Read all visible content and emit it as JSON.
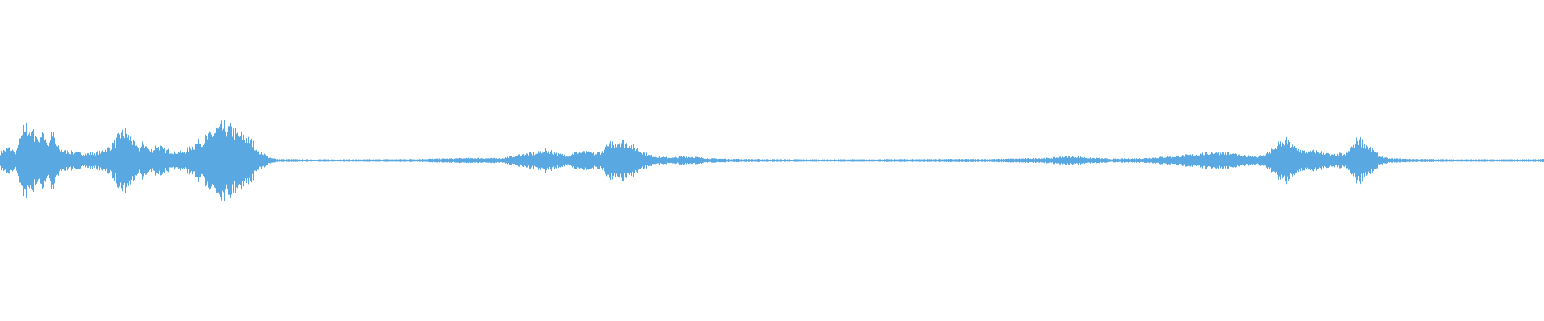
{
  "waveform": {
    "color": "#5aa8e2",
    "background": "#ffffff",
    "amplitude_envelope": [
      [
        0.0,
        0.06
      ],
      [
        0.006,
        0.1
      ],
      [
        0.01,
        0.05
      ],
      [
        0.013,
        0.16
      ],
      [
        0.016,
        0.26
      ],
      [
        0.02,
        0.22
      ],
      [
        0.024,
        0.18
      ],
      [
        0.028,
        0.22
      ],
      [
        0.031,
        0.12
      ],
      [
        0.034,
        0.2
      ],
      [
        0.037,
        0.1
      ],
      [
        0.041,
        0.07
      ],
      [
        0.048,
        0.06
      ],
      [
        0.056,
        0.05
      ],
      [
        0.063,
        0.06
      ],
      [
        0.068,
        0.08
      ],
      [
        0.073,
        0.12
      ],
      [
        0.077,
        0.18
      ],
      [
        0.081,
        0.22
      ],
      [
        0.085,
        0.16
      ],
      [
        0.089,
        0.08
      ],
      [
        0.093,
        0.13
      ],
      [
        0.097,
        0.07
      ],
      [
        0.102,
        0.12
      ],
      [
        0.106,
        0.08
      ],
      [
        0.112,
        0.07
      ],
      [
        0.118,
        0.06
      ],
      [
        0.124,
        0.1
      ],
      [
        0.13,
        0.15
      ],
      [
        0.135,
        0.18
      ],
      [
        0.14,
        0.23
      ],
      [
        0.145,
        0.26
      ],
      [
        0.149,
        0.24
      ],
      [
        0.153,
        0.2
      ],
      [
        0.157,
        0.19
      ],
      [
        0.161,
        0.16
      ],
      [
        0.164,
        0.13
      ],
      [
        0.167,
        0.06
      ],
      [
        0.17,
        0.06
      ],
      [
        0.174,
        0.02
      ],
      [
        0.18,
        0.01
      ],
      [
        0.2,
        0.008
      ],
      [
        0.24,
        0.008
      ],
      [
        0.27,
        0.01
      ],
      [
        0.29,
        0.014
      ],
      [
        0.31,
        0.018
      ],
      [
        0.325,
        0.016
      ],
      [
        0.335,
        0.04
      ],
      [
        0.342,
        0.05
      ],
      [
        0.348,
        0.055
      ],
      [
        0.352,
        0.08
      ],
      [
        0.357,
        0.07
      ],
      [
        0.362,
        0.045
      ],
      [
        0.368,
        0.04
      ],
      [
        0.374,
        0.065
      ],
      [
        0.38,
        0.06
      ],
      [
        0.386,
        0.05
      ],
      [
        0.39,
        0.07
      ],
      [
        0.396,
        0.13
      ],
      [
        0.402,
        0.15
      ],
      [
        0.408,
        0.12
      ],
      [
        0.414,
        0.08
      ],
      [
        0.42,
        0.04
      ],
      [
        0.428,
        0.025
      ],
      [
        0.436,
        0.02
      ],
      [
        0.443,
        0.03
      ],
      [
        0.45,
        0.025
      ],
      [
        0.46,
        0.015
      ],
      [
        0.48,
        0.01
      ],
      [
        0.52,
        0.008
      ],
      [
        0.56,
        0.008
      ],
      [
        0.6,
        0.01
      ],
      [
        0.64,
        0.01
      ],
      [
        0.68,
        0.018
      ],
      [
        0.69,
        0.03
      ],
      [
        0.698,
        0.028
      ],
      [
        0.705,
        0.02
      ],
      [
        0.72,
        0.012
      ],
      [
        0.74,
        0.016
      ],
      [
        0.76,
        0.03
      ],
      [
        0.775,
        0.045
      ],
      [
        0.785,
        0.06
      ],
      [
        0.795,
        0.055
      ],
      [
        0.805,
        0.035
      ],
      [
        0.815,
        0.03
      ],
      [
        0.822,
        0.06
      ],
      [
        0.828,
        0.12
      ],
      [
        0.833,
        0.15
      ],
      [
        0.838,
        0.1
      ],
      [
        0.843,
        0.075
      ],
      [
        0.848,
        0.06
      ],
      [
        0.853,
        0.075
      ],
      [
        0.858,
        0.055
      ],
      [
        0.863,
        0.04
      ],
      [
        0.868,
        0.05
      ],
      [
        0.872,
        0.045
      ],
      [
        0.876,
        0.11
      ],
      [
        0.88,
        0.165
      ],
      [
        0.884,
        0.13
      ],
      [
        0.889,
        0.08
      ],
      [
        0.894,
        0.03
      ],
      [
        0.9,
        0.015
      ],
      [
        0.92,
        0.01
      ],
      [
        0.95,
        0.008
      ],
      [
        0.98,
        0.008
      ],
      [
        1.0,
        0.01
      ]
    ]
  }
}
